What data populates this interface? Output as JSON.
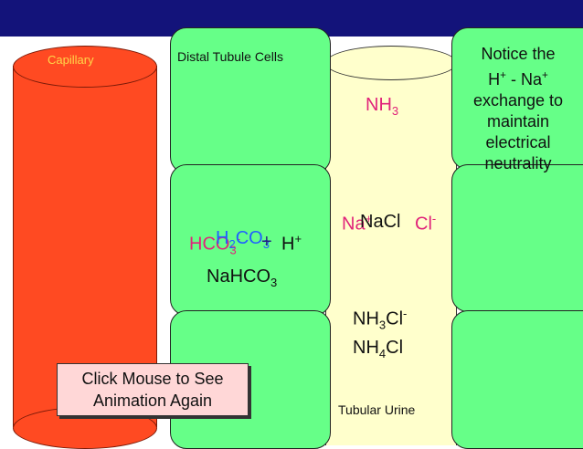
{
  "labels": {
    "capillary": "Capillary",
    "distal_tubule_cells": "Distal Tubule Cells",
    "tubular_urine": "Tubular Urine"
  },
  "note": {
    "line1": "Notice the",
    "line2_h": "H",
    "line2_sep": " - Na",
    "line3": "exchange to",
    "line4": "maintain",
    "line5": "electrical",
    "line6": "neutrality"
  },
  "formulas": {
    "nh3_top": {
      "base": "NH",
      "sub": "3"
    },
    "na": "Na",
    "nacl": "NaCl",
    "cl": "Cl",
    "hco3": {
      "base": "HCO",
      "sub": "3"
    },
    "h2co3": {
      "base": "H",
      "sub": "2",
      "mid": "CO",
      "sub2": "3"
    },
    "h_plus": "H",
    "plus": "+",
    "nahco3": {
      "base": "NaHCO",
      "sub": "3"
    },
    "nh3cl": {
      "base": "NH",
      "sub": "3",
      "rest": "Cl"
    },
    "nh4cl": {
      "base": "NH",
      "sub": "4",
      "rest": "Cl"
    }
  },
  "button": {
    "line1": "Click Mouse to See",
    "line2": "Animation Again"
  },
  "colors": {
    "topbar": "#13137a",
    "capillary": "#ff4a22",
    "cells": "#66ff88",
    "tubule": "#ffffcc",
    "button": "#ffd7d7",
    "pink_text": "#e0247a",
    "blue_text": "#2060ff",
    "capillary_label": "#ffd84a"
  }
}
